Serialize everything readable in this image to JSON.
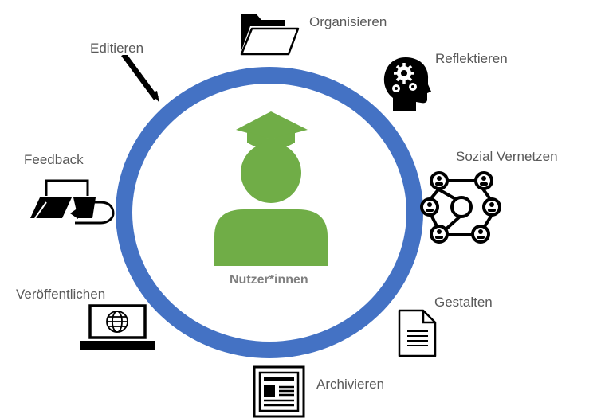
{
  "center": {
    "label": "Nutzer*innen",
    "icon": "student-icon",
    "color": "#70AD47"
  },
  "ring_color": "#4472C4",
  "activities": [
    {
      "label": "Organisieren",
      "icon": "folder-open-icon"
    },
    {
      "label": "Reflektieren",
      "icon": "head-gears-icon"
    },
    {
      "label": "Sozial Vernetzen",
      "icon": "network-icon"
    },
    {
      "label": "Gestalten",
      "icon": "document-icon"
    },
    {
      "label": "Archivieren",
      "icon": "newspaper-icon"
    },
    {
      "label": "Veröffentlichen",
      "icon": "laptop-globe-icon"
    },
    {
      "label": "Feedback",
      "icon": "exchange-arrows-icon"
    },
    {
      "label": "Editieren",
      "icon": "pencil-icon"
    }
  ]
}
